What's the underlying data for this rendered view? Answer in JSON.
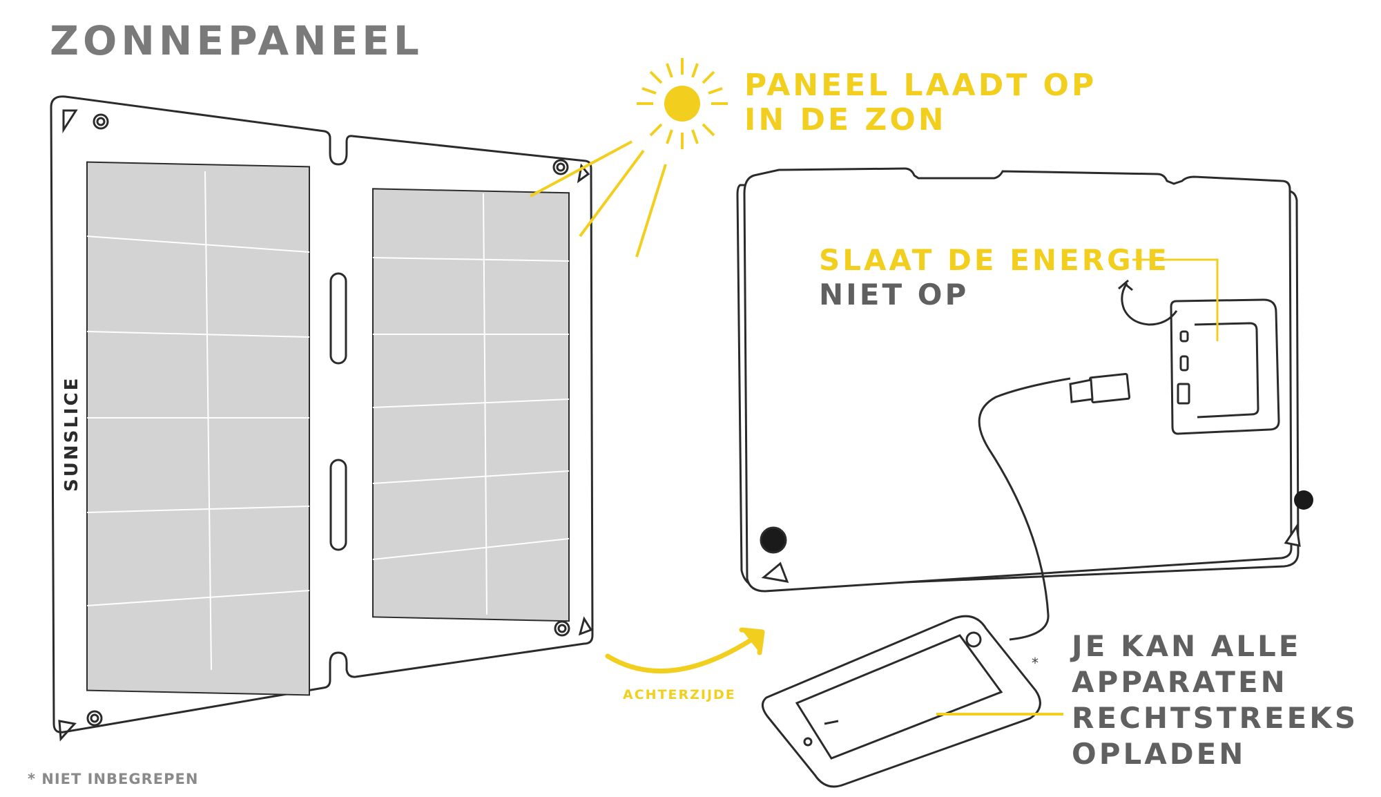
{
  "title": "ZONNEPANEEL",
  "callouts": {
    "sun": [
      "PANEEL LAADT OP",
      "IN DE ZON"
    ],
    "storage": [
      "SLAAT DE ENERGIE",
      "NIET OP"
    ],
    "charging": [
      "JE KAN ALLE",
      "APPARATEN",
      "RECHTSTREEKS",
      "OPLADEN"
    ],
    "back_side": "ACHTERZIJDE",
    "footnote": "* NIET INBEGREPEN",
    "asterisk": "*"
  },
  "brand": "SUNSLICE",
  "colors": {
    "accent": "#f2cf1e",
    "title": "#7a7a7a",
    "text": "#606060",
    "cell": "#d3d3d3",
    "outline": "#2b2b2b"
  }
}
